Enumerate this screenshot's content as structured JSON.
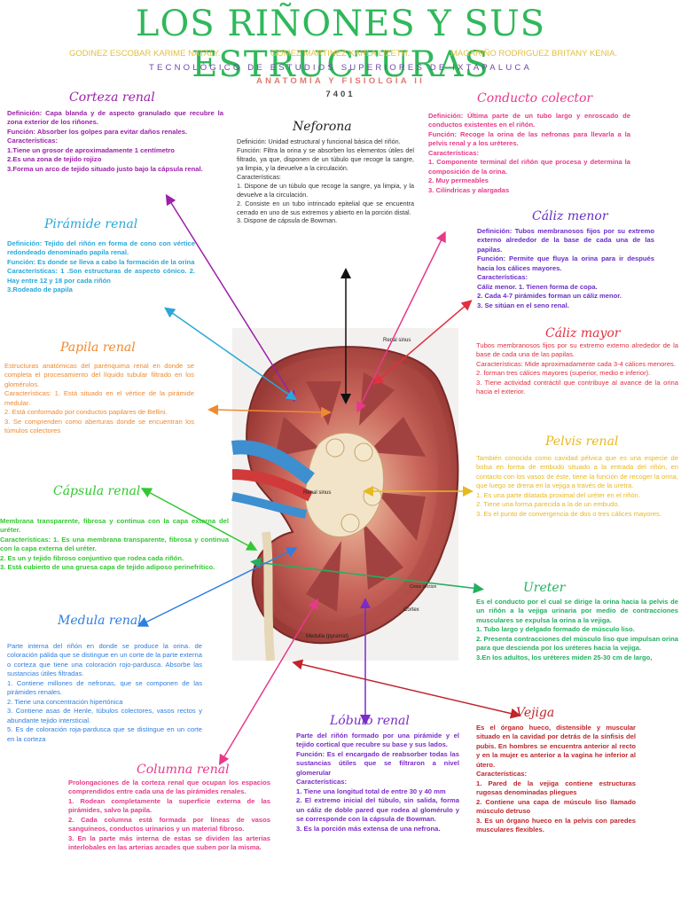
{
  "title": "LOS RIÑONES Y SUS ESTRUCTURAS",
  "authors": [
    "GODINEZ ESCOBAR KARIME NATALY.",
    "GOMEZ MARTINEZ KARLA LIZETH.",
    "MAGARIÑO RODRIGUEZ BRITANY KENIA."
  ],
  "school": "TECNOLÓGICO DE ESTUDIOS SUPERIORES DE IXTAPALUCA",
  "subject": "ANATOMÍA Y FISIOLGÍA II",
  "group": "7401",
  "colors": {
    "title": "#2fb85a",
    "purple": "#9b1fa8",
    "pink": "#e8398a",
    "cyan": "#28a8d8",
    "orange": "#f08a30",
    "green": "#32c832",
    "blue": "#2f7ee0",
    "darkred": "#c0252b",
    "gold": "#e8b820"
  },
  "image_labels": {
    "renal_sinus": "Renal sinus",
    "cross_section": "Cross section",
    "cortex": "Cortex",
    "medulla": "Medulla (pyramid)",
    "renal_sinus_2": "Renal sinus"
  },
  "sections": {
    "corteza": {
      "title": "Corteza renal",
      "text": "Definición: Capa blanda y de aspecto granulado que recubre la zona exterior de los riñones.\nFunción: Absorber los golpes para evitar daños renales.\nCaracterísticas:\n1.Tiene un grosor de aproximadamente 1 centímetro\n2.Es una zona de tejido rojizo\n3.Forma un arco de tejido situado justo bajo la cápsula renal."
    },
    "neforona": {
      "title": "Neforona",
      "text": "Definición: Unidad estructural y funcional básica del riñón.\nFunción: Filtra la orina y se absorben los elementos útiles del filtrado, ya que, disponen de un túbulo que recoge la sangre, ya limpia, y la devuelve a la circulación.\nCaracterísticas:\n1. Dispone de un túbulo que recoge la sangre, ya limpia, y la devuelve a la circulación.\n2. Consiste en un tubo intrincado epitelial que se encuentra cerrado en uno de sus extremos y abierto en la porción distal.\n3. Dispone de cápsula de Bowman."
    },
    "conducto": {
      "title": "Conducto colector",
      "text": "Definición: Última parte de un tubo largo y enroscado de conductos existentes en el riñón.\nFunción: Recoge la orina de las nefronas para llevarla a la pelvis renal y a los uréteres.\nCaracterísticas:\n1. Componente terminal del riñón que procesa y determina la composición de la orina.\n2. Muy permeables\n3. Cilíndricas y alargadas"
    },
    "piramide": {
      "title": "Pirámide renal",
      "text": "  Definición: Tejido del riñón en forma de cono con vértice redondeado denominado papila renal.\n  Función: Es donde se lleva a cabo la formación de la orina\nCaracterísticas: 1 .Son estructuras de aspecto cónico. 2. Hay entre 12 y 18 por cada riñón\n3.Rodeado de papila"
    },
    "caliz_menor": {
      "title": "Cáliz menor",
      "text": "Definición: Tubos membranosos fijos por su extremo externo alrededor de la base de cada una de las papilas.\nFunción: Permite que fluya la orina para ir después hacia los cálices mayores.\nCaracterísticas:\nCáliz menor. 1. Tienen forma de copa.\n2. Cada 4-7 pirámides forman un cáliz menor.\n3. Se sitúan en el seno renal."
    },
    "papila": {
      "title": "Papila renal",
      "text": "    Estructuras anatómicas del parénquima renal en donde se completa el procesamiento del líquido tubular filtrado en los glomérulos.\nCaracterísticas: 1. Está situado en el vértice de la pirámide medular.\n2. Está conformado por conductos papilares de Bellini.\n3. Se comprenden como aberturas donde se encuentran los túmulos colectores"
    },
    "caliz_mayor": {
      "title": "Cáliz mayor",
      "text": "   Tubos membranosos fijos por su extremo externo alrededor de la base de cada una de las papilas.\nCaracterísticas: Mide aproximadamente cada 3-4 cálices menores.\n2.  forman tres cálices mayores (superior, medio e inferior).\n   3.   Tiene actividad contráctil que contribuye al avance de la orina hacia el exterior."
    },
    "pelvis": {
      "title": "Pelvis renal",
      "text": "También conocida como cavidad pélvica que es una especie de bolsa en forma de embudo situado a la entrada del riñón, en contacto con los vasos de éste, tiene la función de recoger la orina, que luego se drena en la vejiga a través de la uretra.\n1. Es una parte dilatada proximal del uréter en el riñón.\n2. Tiene una forma parecida a la de un embudo.\n3. Es el punto de convergencia de dos o tres cálices mayores."
    },
    "capsula": {
      "title": "Cápsula renal",
      "text": "     Membrana transparente, fibrosa y continua con la capa externa del uréter.\nCaracterísticas: 1. Es una membrana transparente, fibrosa y continua con la capa externa del uréter.\n2. Es un y tejido fibroso conjuntivo que rodea cada riñón.\n3. Está cubierto de una gruesa capa de tejido adiposo perinefrítico."
    },
    "ureter": {
      "title": "Ureter",
      "text": "Es el conducto por el cual se dirige la orina hacia la pelvis de un riñón a la vejiga urinaria por medio de contracciones musculares se expulsa la orina a la vejiga.\n1. Tubo largo y delgado formado de músculo liso.\n2. Presenta contracciones del músculo liso que impulsan orina para que descienda por los uréteres hacia la vejiga.\n3.En los adultos, los uréteres miden 25-30 cm de largo,"
    },
    "medula": {
      "title": "Medula renal",
      "text": "   Parte interna del riñón en donde se produce la orina. de coloración pálida que se distingue en un corte de la parte externa o corteza que tiene una coloración rojo-pardusca.  Absorbe las sustancias útiles filtradas.\n1. Contiene millones de nefronas, que se componen de las pirámides renales.\n2. Tiene una concentración hipertónica\n3.   Contiene asas de Henle, túbulos colectores, vasos rectos y abundante tejido intersticial.\n5. Es de coloración roja-pardusca que se distingue en un corte en la corteza"
    },
    "lobulo": {
      "title": "Lóbulo renal",
      "text": "Parte del riñón formado por una pirámide y el tejido cortical que recubre su base y sus lados.\nFunción: Es el encargado de reabsorber todas las sustancias útiles que se filtraron a nivel glomerular\nCaracterísticas:\n1. Tiene una longitud total de entre 30 y 40 mm\n2. El extremo inicial del túbulo, sin salida, forma un cáliz de doble pared que rodea al glomérulo y se corresponde con la cápsula de Bowman.\n3. Es la porción más extensa de una nefrona."
    },
    "vejiga": {
      "title": "Vejiga",
      "text": "Es el órgano hueco, distensible y muscular situado en la cavidad por detrás de la sínfisis del pubis. En hombres se encuentra anterior al recto y en la mujer es anterior a la vagina he inferior al útero.\nCaracterísticas:\n1. Pared de la vejiga contiene estructuras rugosas denominadas pliegues\n2. Contiene una capa de músculo liso llamado músculo detruso\n3. Es un órgano hueco en la pelvis con paredes musculares flexibles."
    },
    "columna": {
      "title": "Columna renal",
      "text": "  Prolongaciones de la corteza renal que ocupan los espacios comprendidos entre cada una de las pirámides renales.\n1. Rodean completamente la superficie externa de las pirámides, salvo la papila.\n2. Cada columna está formada por líneas de vasos sanguíneos, conductos urinarios y un material fibroso.\n3. En la parte más interna de estas se dividen las arterias interlobales en las arterias arcades que suben por la misma."
    }
  }
}
